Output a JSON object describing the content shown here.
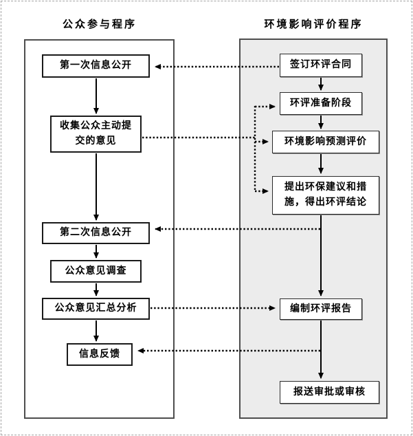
{
  "diagram": {
    "left_column": {
      "title": "公众参与程序",
      "boxes": [
        {
          "id": "first-info-disclosure",
          "label": "第一次信息公开"
        },
        {
          "id": "collect-public-opinions",
          "label": "收集公众主动提交的意见"
        },
        {
          "id": "second-info-disclosure",
          "label": "第二次信息公开"
        },
        {
          "id": "public-opinion-survey",
          "label": "公众意见调查"
        },
        {
          "id": "opinion-summary-analysis",
          "label": "公众意见汇总分析"
        },
        {
          "id": "info-feedback",
          "label": "信息反馈"
        }
      ]
    },
    "right_column": {
      "title": "环境影响评价程序",
      "boxes": [
        {
          "id": "sign-eia-contract",
          "label": "签订环评合同"
        },
        {
          "id": "eia-preparation",
          "label": "环评准备阶段"
        },
        {
          "id": "impact-prediction-assessment",
          "label": "环境影响预测评价"
        },
        {
          "id": "proposals-and-conclusions",
          "label": "提出环保建议和措施，得出环评结论"
        },
        {
          "id": "compile-eia-report",
          "label": "编制环评报告"
        },
        {
          "id": "submit-for-approval",
          "label": "报送审批或审核"
        }
      ]
    },
    "connections": {
      "solid_flow_left": [
        "第一次信息公开",
        "收集公众主动提交的意见",
        "第二次信息公开",
        "公众意见调查",
        "公众意见汇总分析",
        "信息反馈"
      ],
      "solid_flow_right": [
        "签订环评合同",
        "环评准备阶段",
        "环境影响预测评价",
        "提出环保建议和措施，得出环评结论",
        "编制环评报告",
        "报送审批或审核"
      ],
      "dotted_links": [
        {
          "from": "签订环评合同",
          "to": "第一次信息公开"
        },
        {
          "from": "收集公众主动提交的意见",
          "to": "环评准备阶段"
        },
        {
          "from": "收集公众主动提交的意见",
          "to": "环境影响预测评价"
        },
        {
          "from": "收集公众主动提交的意见",
          "to": "提出环保建议和措施，得出环评结论"
        },
        {
          "from": "提出环保建议和措施，得出环评结论",
          "to": "第二次信息公开"
        },
        {
          "from": "公众意见汇总分析",
          "to": "编制环评报告"
        },
        {
          "from": "编制环评报告",
          "to": "信息反馈"
        }
      ]
    },
    "colors": {
      "right_panel_bg": "#ececec",
      "panel_border": "#4d4d4d",
      "box_border": "#1a1a1a",
      "arrow": "#000000",
      "page_border": "#a3a3a3"
    }
  }
}
